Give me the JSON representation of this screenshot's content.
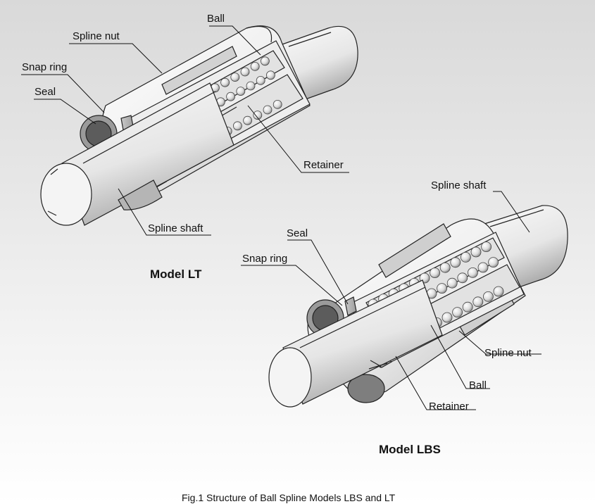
{
  "figure": {
    "caption": "Fig.1 Structure of Ball Spline Models LBS and LT"
  },
  "model_lt": {
    "title": "Model LT",
    "labels": {
      "ball": "Ball",
      "spline_nut": "Spline nut",
      "snap_ring": "Snap ring",
      "seal": "Seal",
      "retainer": "Retainer",
      "spline_shaft": "Spline shaft"
    }
  },
  "model_lbs": {
    "title": "Model LBS",
    "labels": {
      "spline_shaft": "Spline shaft",
      "seal": "Seal",
      "snap_ring": "Snap ring",
      "spline_nut": "Spline nut",
      "ball": "Ball",
      "retainer": "Retainer"
    }
  }
}
